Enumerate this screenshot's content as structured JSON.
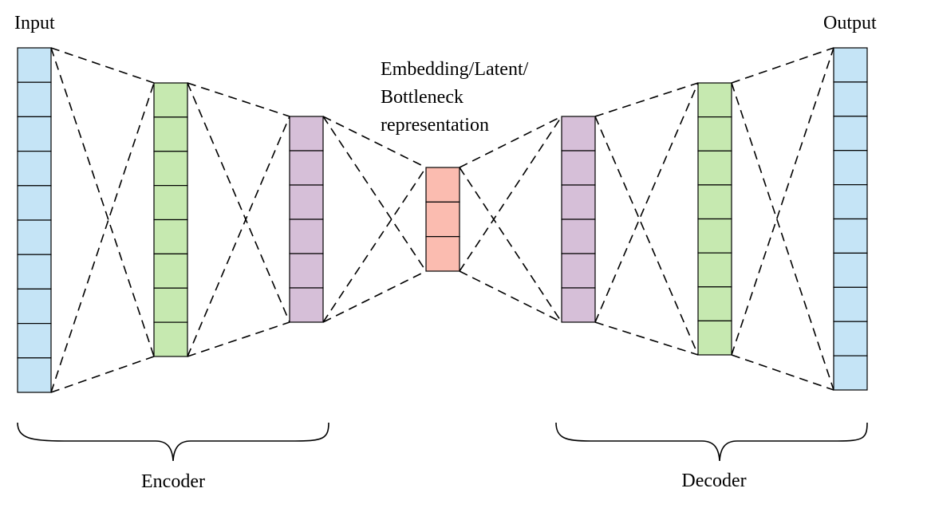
{
  "labels": {
    "input": "Input",
    "output": "Output",
    "bottleneck_line1": "Embedding/Latent/",
    "bottleneck_line2": "Bottleneck",
    "bottleneck_line3": "representation",
    "encoder": "Encoder",
    "decoder": "Decoder"
  },
  "layers": [
    {
      "role": "input",
      "cells": 10,
      "color": "#c5e4f6"
    },
    {
      "role": "encoder-hidden-1",
      "cells": 8,
      "color": "#c6e9b0"
    },
    {
      "role": "encoder-hidden-2",
      "cells": 6,
      "color": "#d6bfd8"
    },
    {
      "role": "bottleneck",
      "cells": 3,
      "color": "#fbbcb0"
    },
    {
      "role": "decoder-hidden-1",
      "cells": 6,
      "color": "#d6bfd8"
    },
    {
      "role": "decoder-hidden-2",
      "cells": 8,
      "color": "#c6e9b0"
    },
    {
      "role": "output",
      "cells": 10,
      "color": "#c5e4f6"
    }
  ]
}
